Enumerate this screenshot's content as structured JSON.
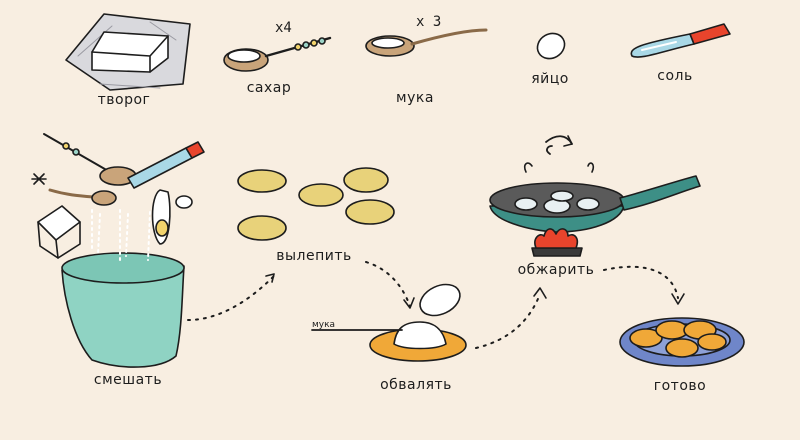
{
  "ingredients": {
    "tvorog": "творог",
    "sugar": "сахар",
    "sugar_mult": "х4",
    "flour": "мука",
    "flour_mult": "х 3",
    "egg": "яйцо",
    "salt": "соль"
  },
  "steps": {
    "mix": "смешать",
    "shape": "вылепить",
    "coat": "обвалять",
    "coat_flour": "мука",
    "fry": "обжарить",
    "ready": "готово"
  },
  "colors": {
    "background": "#f8eee1",
    "bowl": "#8fd3c3",
    "pan_handle": "#3d8f86",
    "pancake": "#e8d27a",
    "fried": "#f0a838",
    "plate": "#6f86c9",
    "flame": "#e8442c",
    "salt_cap": "#e8442c"
  }
}
